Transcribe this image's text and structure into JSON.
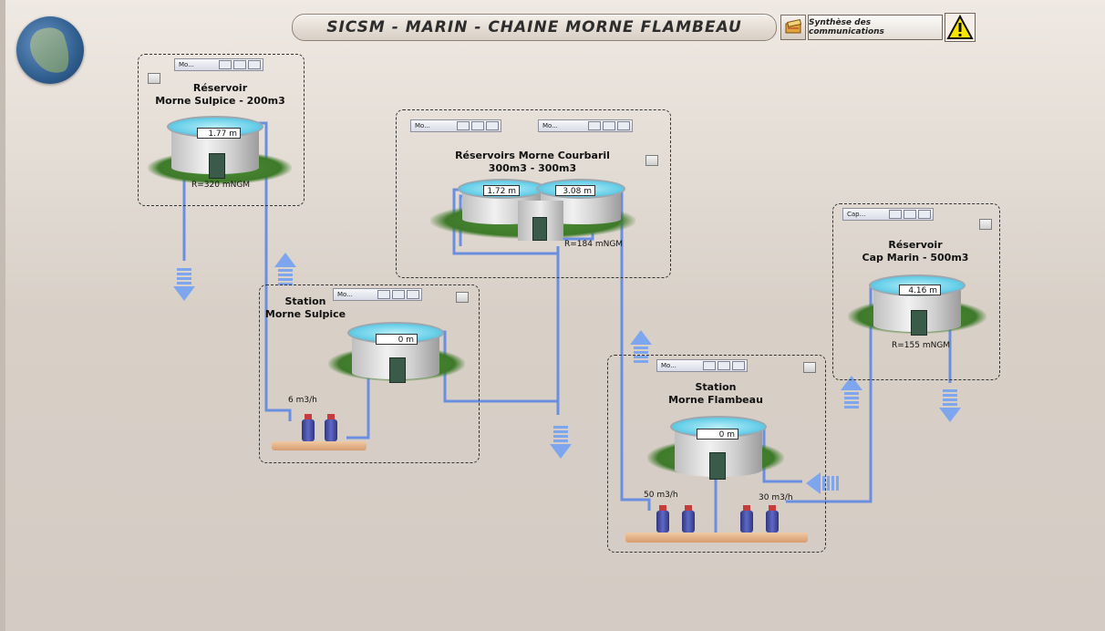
{
  "header": {
    "title": "SICSM - MARIN - CHAINE MORNE FLAMBEAU",
    "synthesis_label": "Synthèse des communications"
  },
  "icons": {
    "logo": "martinique-map-icon",
    "book": "book-icon",
    "warning": "warning-icon",
    "panel": "window-icon"
  },
  "mini_windows": {
    "mo": "Mo...",
    "cap": "Cap..."
  },
  "reservoir_sulpice": {
    "title_line1": "Réservoir",
    "title_line2": "Morne Sulpice - 200m3",
    "level": "1.77 m",
    "altitude": "R=320 mNGM"
  },
  "reservoirs_courbaril": {
    "title_line1": "Réservoirs Morne Courbaril",
    "title_line2": "300m3 - 300m3",
    "level1": "1.72 m",
    "level2": "3.08 m",
    "altitude": "R=184 mNGM"
  },
  "reservoir_cap_marin": {
    "title_line1": "Réservoir",
    "title_line2": "Cap Marin - 500m3",
    "level": "4.16 m",
    "altitude": "R=155 mNGM"
  },
  "station_sulpice": {
    "title_line1": "Station",
    "title_line2": "Morne Sulpice",
    "level": "0 m",
    "flow": "6 m3/h"
  },
  "station_flambeau": {
    "title_line1": "Station",
    "title_line2": "Morne Flambeau",
    "level": "0 m",
    "flow_left": "50 m3/h",
    "flow_right": "30 m3/h"
  },
  "colors": {
    "pipe": "#6b8fe0",
    "arrow": "#7ea6ee",
    "water": "#6ad0e9",
    "grass": "#3e7a2a"
  }
}
